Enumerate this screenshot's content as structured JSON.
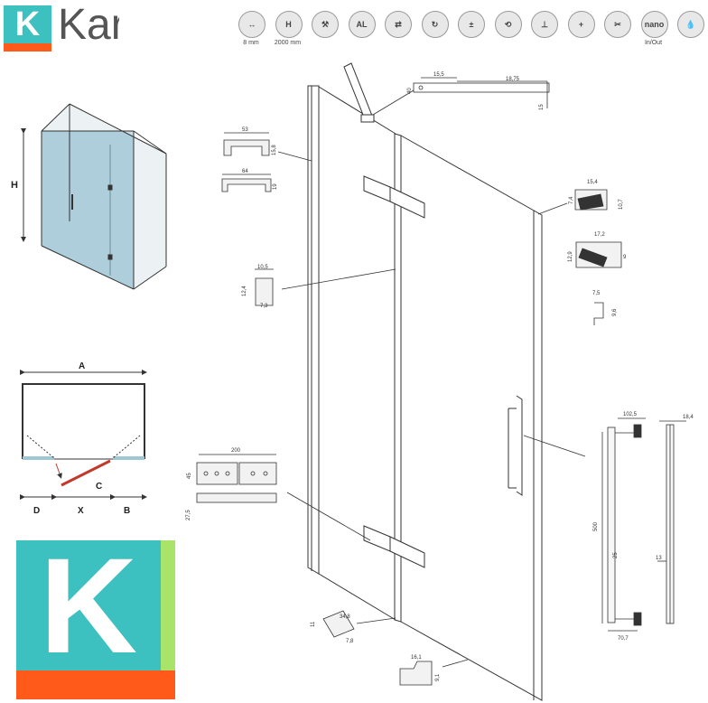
{
  "logo": {
    "letter": "K",
    "text": "Kar"
  },
  "icons": [
    {
      "name": "glass-thickness-icon",
      "caption": "8 mm",
      "glyph": "↔"
    },
    {
      "name": "height-icon",
      "caption": "2000 mm",
      "glyph": "H"
    },
    {
      "name": "hammer-icon",
      "caption": "",
      "glyph": "⚒"
    },
    {
      "name": "aluminium-icon",
      "caption": "",
      "glyph": "AL"
    },
    {
      "name": "reversible-icon",
      "caption": "",
      "glyph": "⇄"
    },
    {
      "name": "door-swing-icon",
      "caption": "",
      "glyph": "↻"
    },
    {
      "name": "adjustment-icon",
      "caption": "",
      "glyph": "±"
    },
    {
      "name": "rotation-icon",
      "caption": "",
      "glyph": "⟲"
    },
    {
      "name": "tray-icon",
      "caption": "",
      "glyph": "⊥"
    },
    {
      "name": "wall-fix-icon",
      "caption": "",
      "glyph": "+"
    },
    {
      "name": "cutting-icon",
      "caption": "",
      "glyph": "✂"
    },
    {
      "name": "nano-technology-icon",
      "caption": "In/Out",
      "glyph": "nano"
    },
    {
      "name": "water-drop-icon",
      "caption": "",
      "glyph": "💧"
    }
  ],
  "perspective": {
    "height_label": "H"
  },
  "plan": {
    "A": "A",
    "B": "B",
    "C": "C",
    "D": "D",
    "X": "X"
  },
  "dims": {
    "arm_top": "15,5",
    "arm_len": "18,75",
    "arm_h": "40",
    "arm_small": "15",
    "prof1_w": "53",
    "prof1_h": "15,8",
    "prof2_w": "64",
    "prof2_h": "19",
    "prof3_w": "10,5",
    "prof3_h": "12,4",
    "prof3_b": "7,3",
    "seal1_w": "15,4",
    "seal1_a": "7,4",
    "seal1_h": "10,7",
    "seal2_w": "17,2",
    "seal2_h": "12,9",
    "seal2_b": "9",
    "seal3_w": "7,5",
    "seal3_h": "9,6",
    "hinge_w": "200",
    "hinge_h": "45",
    "hinge_d": "27,5",
    "handle_w": "102,5",
    "handle_len": "500",
    "handle_mid": "25",
    "handle_base": "70,7",
    "handle_side_w": "18,4",
    "handle_side_mid": "13",
    "foot_a": "34,8",
    "foot_h": "11",
    "foot_b": "7,8",
    "bottom_w": "16,1",
    "bottom_h": "9,1"
  }
}
